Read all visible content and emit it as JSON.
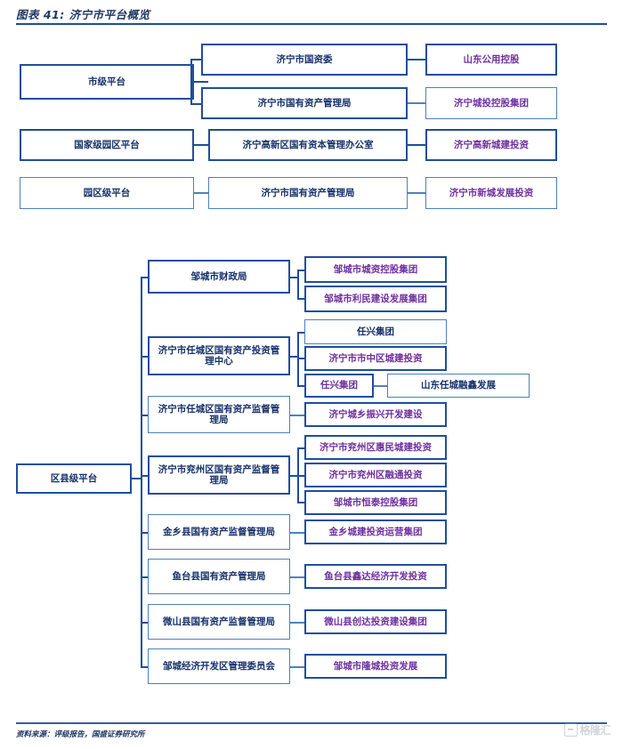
{
  "title": "图表 41: 济宁市平台概览",
  "footer": {
    "source": "资料来源：评级报告，国盛证券研究所",
    "watermark": "格隆汇"
  },
  "colors": {
    "border_strong": "#1F4E9C",
    "border_soft": "#4E81BD",
    "text_blue": "#17326B",
    "text_purple": "#7030A0",
    "title": "#1F3864"
  },
  "top_section": {
    "rows": [
      {
        "level": "市级平台",
        "branches": [
          {
            "authority": "济宁市国资委",
            "platform": "山东公用控股"
          },
          {
            "authority": "济宁市国有资产管理局",
            "platform": "济宁城投控股集团"
          }
        ]
      },
      {
        "level": "国家级园区平台",
        "branches": [
          {
            "authority": "济宁高新区国有资本管理办公室",
            "platform": "济宁高新城建投资"
          }
        ]
      },
      {
        "level": "园区级平台",
        "branches": [
          {
            "authority": "济宁市国有资产管理局",
            "platform": "济宁市新城发展投资"
          }
        ]
      }
    ]
  },
  "bottom_section": {
    "root": "区县级平台",
    "groups": [
      {
        "authority": "邹城市财政局",
        "platforms": [
          {
            "name": "邹城市城资控股集团"
          },
          {
            "name": "邹城市利民建设发展集团"
          }
        ]
      },
      {
        "authority": "济宁市任城区国有资产投资管\n理中心",
        "platforms": [
          {
            "name": "任兴集团"
          },
          {
            "name": "济宁市市中区城建投资"
          },
          {
            "name": "任兴集团",
            "child": "山东任城融鑫发展"
          }
        ]
      },
      {
        "authority": "济宁市任城区国有资产监督管\n理局",
        "platforms": [
          {
            "name": "济宁城乡振兴开发建设"
          }
        ]
      },
      {
        "authority": "济宁市兖州区国有资产监督管\n理局",
        "platforms": [
          {
            "name": "济宁市兖州区惠民城建投资"
          },
          {
            "name": "济宁市兖州区融通投资"
          },
          {
            "name": "邹城市恒泰控股集团"
          }
        ]
      },
      {
        "authority": "金乡县国有资产监督管理局",
        "platforms": [
          {
            "name": "金乡城建投资运营集团"
          }
        ]
      },
      {
        "authority": "鱼台县国有资产管理局",
        "platforms": [
          {
            "name": "鱼台县鑫达经济开发投资"
          }
        ]
      },
      {
        "authority": "微山县国有资产监督管理局",
        "platforms": [
          {
            "name": "微山县创达投资建设集团"
          }
        ]
      },
      {
        "authority": "邹城经济开发区管理委员会",
        "platforms": [
          {
            "name": "邹城市隆城投资发展"
          }
        ]
      }
    ]
  }
}
